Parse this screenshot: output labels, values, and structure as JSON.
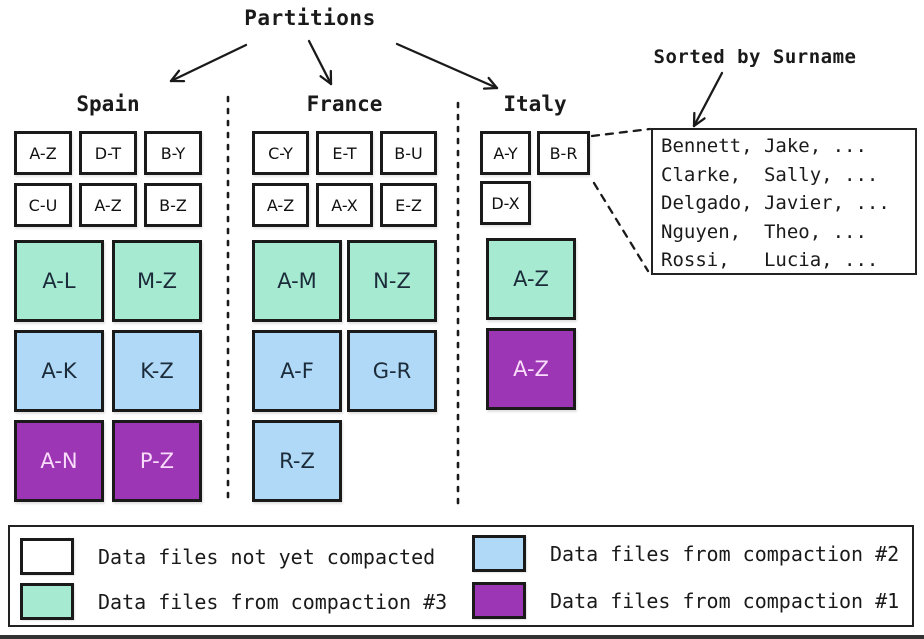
{
  "labels": {
    "partitions": "Partitions",
    "sorted_by": "Sorted by Surname"
  },
  "partitions": [
    {
      "name": "Spain",
      "uncompacted_files": [
        "A-Z",
        "D-T",
        "B-Y",
        "C-U",
        "A-Z",
        "B-Z"
      ],
      "compaction_rows": [
        {
          "color": "green",
          "compaction": "#3",
          "boxes": [
            "A-L",
            "M-Z"
          ]
        },
        {
          "color": "blue",
          "compaction": "#2",
          "boxes": [
            "A-K",
            "K-Z"
          ]
        },
        {
          "color": "purple",
          "compaction": "#1",
          "boxes": [
            "A-N",
            "P-Z"
          ]
        }
      ]
    },
    {
      "name": "France",
      "uncompacted_files": [
        "C-Y",
        "E-T",
        "B-U",
        "A-Z",
        "A-X",
        "E-Z"
      ],
      "compaction_rows": [
        {
          "color": "green",
          "compaction": "#3",
          "boxes": [
            "A-M",
            "N-Z"
          ]
        },
        {
          "color": "blue",
          "compaction": "#2",
          "boxes": [
            "A-F",
            "G-R"
          ]
        },
        {
          "color": "blue",
          "compaction": "#2",
          "boxes": [
            "R-Z"
          ]
        }
      ]
    },
    {
      "name": "Italy",
      "uncompacted_files": [
        "A-Y",
        "B-R",
        "D-X"
      ],
      "compaction_rows": [
        {
          "color": "green",
          "compaction": "#3",
          "boxes": [
            "A-Z"
          ]
        },
        {
          "color": "purple",
          "compaction": "#1",
          "boxes": [
            "A-Z"
          ]
        }
      ]
    }
  ],
  "sorted_list": {
    "rows": [
      "Bennett, Jake, ...",
      "Clarke,  Sally, ...",
      "Delgado, Javier, ...",
      "Nguyen,  Theo, ...",
      "Rossi,   Lucia, ..."
    ]
  },
  "legend": {
    "items": [
      {
        "color": "white",
        "label": "Data files not yet compacted"
      },
      {
        "color": "green",
        "label": "Data files from compaction #3"
      },
      {
        "color": "blue",
        "label": "Data files from compaction #2"
      },
      {
        "color": "purple",
        "label": "Data files from compaction #1"
      }
    ]
  },
  "colors": {
    "white": "#ffffff",
    "green": "#a6ebd1",
    "blue": "#afd9f6",
    "purple": "#9c36b5",
    "ink": "#1a1a1a"
  }
}
